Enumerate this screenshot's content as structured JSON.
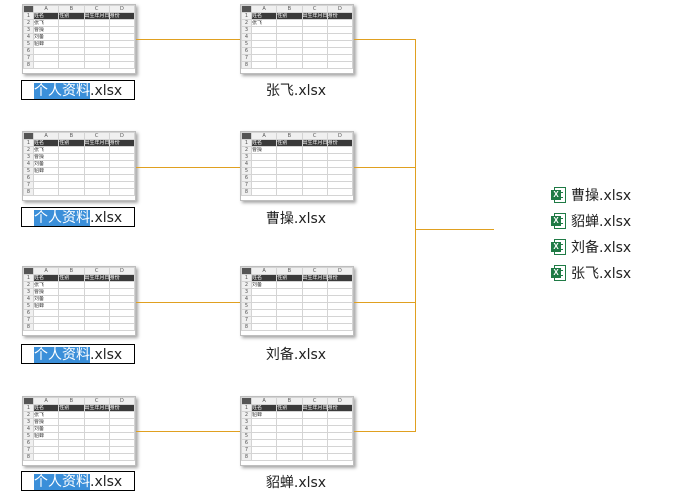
{
  "sheet": {
    "columns": [
      "A",
      "B",
      "C",
      "D"
    ],
    "header": [
      "姓名",
      "性别",
      "出生年月日",
      "身份"
    ],
    "names": [
      "张飞",
      "曹操",
      "刘备",
      "貂蝉"
    ],
    "row_numbers": [
      "1",
      "2",
      "3",
      "4",
      "5",
      "6",
      "7",
      "8"
    ]
  },
  "source_files": [
    {
      "prefix": "个人资料",
      "ext": ".xlsx"
    },
    {
      "prefix": "个人资料",
      "ext": ".xlsx"
    },
    {
      "prefix": "个人资料",
      "ext": ".xlsx"
    },
    {
      "prefix": "个人资料",
      "ext": ".xlsx"
    }
  ],
  "output_files": [
    "张飞.xlsx",
    "曹操.xlsx",
    "刘备.xlsx",
    "貂蝉.xlsx"
  ],
  "result_list": {
    "icon": "excel-file-icon",
    "icon_glyph": "X",
    "items": [
      "曹操.xlsx",
      "貂蝉.xlsx",
      "刘备.xlsx",
      "张飞.xlsx"
    ]
  },
  "colors": {
    "connector": "#e0a020",
    "selection": "#3b8fd9",
    "excel_green": "#1f7a45"
  }
}
